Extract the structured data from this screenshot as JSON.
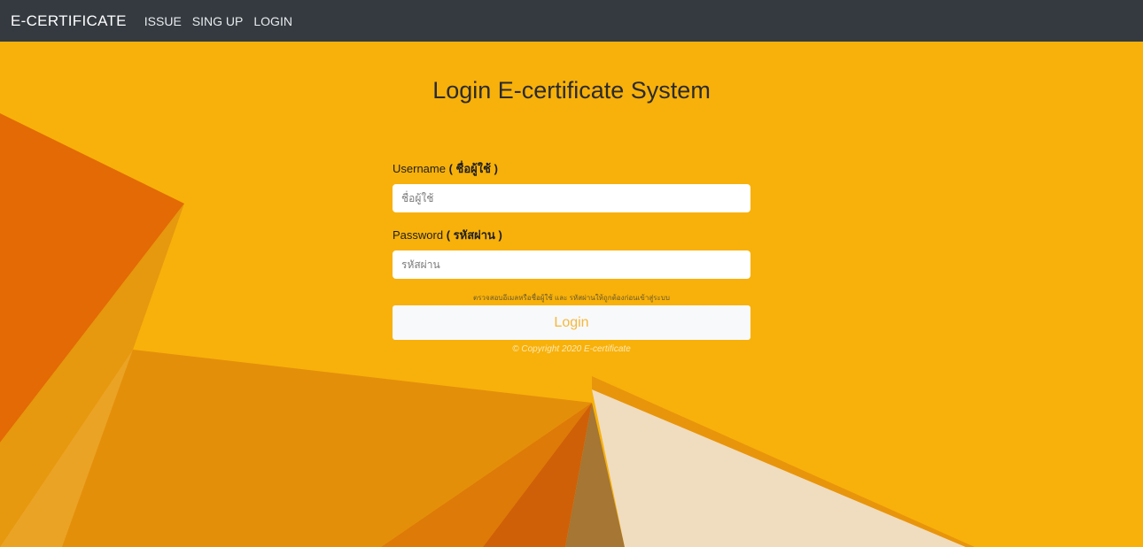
{
  "navbar": {
    "brand": "E-CERTIFICATE",
    "links": [
      "ISSUE",
      "SING UP",
      "LOGIN"
    ]
  },
  "page": {
    "title": "Login E-certificate System"
  },
  "form": {
    "username_label": "Username",
    "username_label_thai": "( ชื่อผู้ใช้ )",
    "username_placeholder": "ชื่อผู้ใช้",
    "password_label": "Password",
    "password_label_thai": "( รหัสผ่าน )",
    "password_placeholder": "รหัสผ่าน",
    "hint": "ตรวจสอบอีเมลหรือชื่อผู้ใช้ และ รหัสผ่านให้ถูกต้องก่อนเข้าสู่ระบบ",
    "login_button": "Login",
    "copyright": "© Copyright 2020 E-certificate"
  },
  "colors": {
    "navbar_bg": "#343a40",
    "page_bg": "#f8b10a",
    "button_text": "#f4b73d"
  }
}
